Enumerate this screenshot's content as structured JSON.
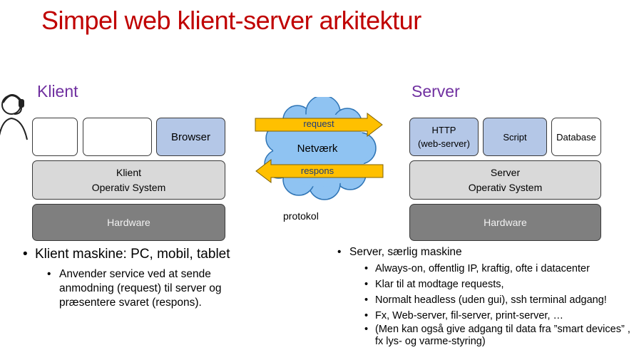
{
  "title": "Simpel web klient-server arkitektur",
  "client": {
    "heading": "Klient",
    "app_boxes": [
      "",
      "",
      "Browser"
    ],
    "os": [
      "Klient",
      "Operativ System"
    ],
    "hardware": "Hardware"
  },
  "server": {
    "heading": "Server",
    "app_boxes": [
      [
        "HTTP",
        "(web-server)"
      ],
      [
        "Script"
      ],
      [
        "Database"
      ]
    ],
    "os": [
      "Server",
      "Operativ System"
    ],
    "hardware": "Hardware"
  },
  "network": {
    "cloud_label": "Netværk",
    "request_label": "request",
    "response_label": "respons",
    "protocol_label": "protokol"
  },
  "client_bullets": {
    "main": "Klient maskine: PC, mobil, tablet",
    "sub": [
      "Anvender service ved at sende anmodning (request) til server og præsentere svaret (respons)."
    ]
  },
  "server_bullets": {
    "main": "Server, særlig maskine",
    "sub": [
      "Always-on, offentlig IP, kraftig, ofte i datacenter",
      "Klar til at modtage requests,",
      "Normalt headless (uden gui), ssh terminal adgang!",
      "Fx, Web-server, fil-server, print-server, …",
      "(Men kan også give adgang til data fra ”smart devices” , fx  lys- og varme-styring)"
    ]
  },
  "colors": {
    "title": "#c00000",
    "heading": "#7030a0",
    "app_box_highlight": "#b4c7e7",
    "os_box": "#d9d9d9",
    "hardware_box": "#7f7f7f",
    "cloud": "#8fc3f2",
    "arrow": "#ffc000"
  },
  "icons": [
    "user-headset-icon",
    "cloud-icon",
    "arrow-right-icon",
    "arrow-left-icon"
  ]
}
